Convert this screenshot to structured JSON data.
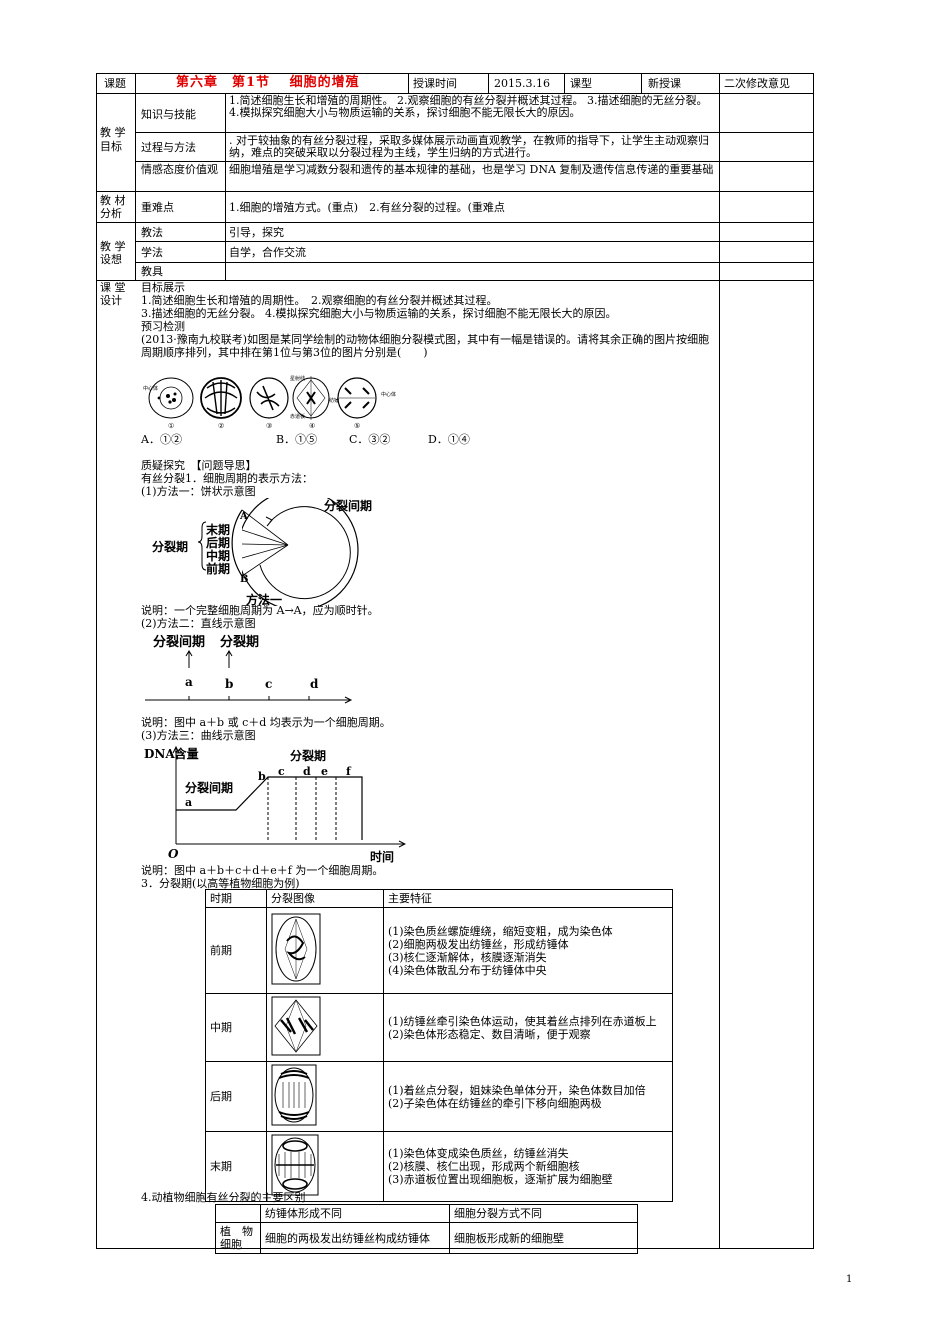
{
  "header": {
    "label_topic": "课题",
    "title": "第六章　第1节　 细胞的增殖",
    "label_date": "授课时间",
    "date": "2015.3.16",
    "label_type": "课型",
    "type": "新授课",
    "label_revise": "二次修改意见"
  },
  "objectives": {
    "section": "教 学目标",
    "knowledge_label": "知识与技能",
    "knowledge_text": "1.简述细胞生长和增殖的周期性。 2.观察细胞的有丝分裂并概述其过程。 3.描述细胞的无丝分裂。 4.模拟探究细胞大小与物质运输的关系，探讨细胞不能无限长大的原因。",
    "process_label": "过程与方法",
    "process_text": ". 对于较抽象的有丝分裂过程，采取多媒体展示动画直观教学，在教师的指导下，让学生主动观察归纳，难点的突破采取以分裂过程为主线，学生归纳的方式进行。",
    "emotion_label": "情感态度价值观",
    "emotion_text": "细胞增殖是学习减数分裂和遗传的基本规律的基础，也是学习 DNA 复制及遗传信息传递的重要基础"
  },
  "analysis": {
    "section": "教 材分析",
    "label": "重难点",
    "text": "1.细胞的增殖方式。(重点)　2.有丝分裂的过程。(重难点"
  },
  "design": {
    "section": "教 学设想",
    "method_label": "教法",
    "method": "引导，探究",
    "study_label": "学法",
    "study": "自学，合作交流",
    "tools_label": "教具",
    "tools": ""
  },
  "classroom": {
    "section": "课 堂设计",
    "goal_title": "目标展示",
    "goal_line1": "1.简述细胞生长和增殖的周期性。　2.观察细胞的有丝分裂并概述其过程。",
    "goal_line2": "3.描述细胞的无丝分裂。 4.模拟探究细胞大小与物质运输的关系，探讨细胞不能无限长大的原因。",
    "preview_title": "预习检测",
    "question": "(2013·豫南九校联考)如图是某同学绘制的动物体细胞分裂模式图，其中有一幅是错误的。请将其余正确的图片按细胞周期顺序排列，其中排在第1位与第3位的图片分别是(　　)",
    "fig_labels": [
      "中心体",
      "星射线",
      "赤道板",
      "纺锤",
      "中心体"
    ],
    "fig_numbers": [
      "①",
      "②",
      "③",
      "④",
      "⑤"
    ],
    "options": [
      "A．①②",
      "B．①⑤",
      "C．③②",
      "D．①④"
    ],
    "inquiry_title": "质疑探究　【问题导思】",
    "cycle_title": "有丝分裂1．细胞周期的表示方法：",
    "method1": "(1)方法一：饼状示意图",
    "pie": {
      "interphase": "分裂间期",
      "phase": "分裂期",
      "stages": [
        "末期",
        "后期",
        "中期",
        "前期"
      ],
      "a": "A",
      "b": "B",
      "caption": "方法一"
    },
    "note1": "说明：一个完整细胞周期为 A→A，应为顺时针。",
    "method2": "(2)方法二：直线示意图",
    "line": {
      "label_inter": "分裂间期",
      "label_div": "分裂期",
      "points": [
        "a",
        "b",
        "c",
        "d"
      ]
    },
    "note2": "说明：图中 a＋b 或 c＋d 均表示为一个细胞周期。",
    "method3": "(3)方法三：曲线示意图",
    "curve": {
      "ylabel": "DNA含量",
      "xlabel": "时间",
      "origin": "O",
      "inter": "分裂间期",
      "div": "分裂期",
      "points": [
        "a",
        "b",
        "c",
        "d",
        "e",
        "f"
      ]
    },
    "note3": "说明：图中 a＋b＋c＋d＋e＋f 为一个细胞周期。",
    "phase_title": "3．分裂期(以高等植物细胞为例)",
    "phase_table": {
      "headers": [
        "时期",
        "分裂图像",
        "主要特征"
      ],
      "rows": [
        {
          "name": "前期",
          "features": [
            "(1)染色质丝螺旋缠绕，缩短变粗，成为染色体",
            "(2)细胞两极发出纺锤丝，形成纺锤体",
            "(3)核仁逐渐解体，核膜逐渐消失",
            "(4)染色体散乱分布于纺锤体中央"
          ]
        },
        {
          "name": "中期",
          "features": [
            "(1)纺锤丝牵引染色体运动，使其着丝点排列在赤道板上(2)染色体形态稳定、数目清晰，便于观察"
          ]
        },
        {
          "name": "后期",
          "features": [
            "(1)着丝点分裂，姐妹染色单体分开，染色体数目加倍",
            "(2)子染色体在纺锤丝的牵引下移向细胞两极"
          ]
        },
        {
          "name": "末期",
          "features": [
            "(1)染色体变成染色质丝，纺锤丝消失",
            "(2)核膜、核仁出现，形成两个新细胞核",
            "(3)赤道板位置出现细胞板，逐渐扩展为细胞壁"
          ]
        }
      ]
    },
    "diff_title": "4.动植物细胞有丝分裂的主要区别",
    "diff_table": {
      "headers": [
        "",
        "纺锤体形成不同",
        "细胞分裂方式不同"
      ],
      "row_label": "植　物细胞",
      "row_spindle": "细胞的两极发出纺锤丝构成纺锤体",
      "row_division": "细胞板形成新的细胞壁"
    }
  },
  "page_number": "1"
}
